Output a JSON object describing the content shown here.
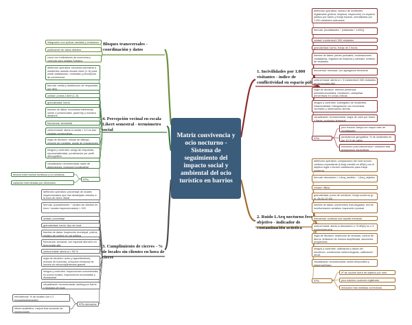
{
  "center": "Matriz convivencia y ocio nocturno - Sistema de seguimiento del impacto social y ambiental del ocio turístico en barrios",
  "branches": {
    "b1": {
      "title": "1. Incivilidades por 1.000 visitantes - índice de conflictividad en espacio público",
      "color": "#8b2a2a",
      "leaves": [
        "definición operativa: número de incidentes registrados (policía, limpieza, inspección) en espacio público por barrio y franja horaria, normalizado por 1.000 visitantes estimados",
        "fórmula: (incivilidades ÷ (visitantes / 1.000))",
        "unidad: incidentes/1.000 visitantes",
        "granularidad: barrio, franja de 2 horas",
        "fuentes de datos: partes policiales, reclamaciones ciudadanas, registros de limpieza y sanidad, conteos de visitantes",
        "frecuencia: mensual, con agregación trimestral",
        "umbral inicial: alerta si > X incidentes/1.000 visitantes en temporada alta",
        "regla de decisión: reforzar presencia policial/comunitaria, mediación, campañas preventivas en zonas críticas",
        "riesgos y controles: subregistro de incidentes, estacionalidad, triangulación con encuestas vecinales y observación directa",
        "visualización recomendada: mapa de calor por barrio y franja, evolución temporal",
        "KPIs derivados",
        "pico horario: franja con mayor ratio de incivilidades",
        "persistencia geográfica: % de incidentes en top 10 % de calles",
        "reducción post-intervención: variación tras actuaciones específicas"
      ]
    },
    "b2": {
      "title": "2. Ruido LAeq nocturno frente a objetivo - indicador de contaminación acústica",
      "color": "#a06a2a",
      "leaves": [
        "definición operativa: comparación del nivel sonoro continuo equivalente (LAeq) medido en dB(A) con el objetivo legal o técnico establecido para franja nocturna",
        "fórmula: desviación = LAeq_medido − LAeq_objetivo",
        "unidad: dB(A)",
        "granularidad: punto de medición, franja nocturna (p. ej. 23:00–07:00)",
        "fuentes de datos: sonómetros homologados, red de monitorización acústica, inspección puntual",
        "frecuencia: continuo con reporte mensual",
        "umbral inicial: alerta si desviación ≥ +5 dB(A) en ≥ 3 noches/semana",
        "regla de decisión: restricción de terrazas, control de aforos, limitación de música amplificada, sanciones progresivas",
        "riesgos y controles: calibración y altura del micrófono, condiciones meteorológicas, calibración anual",
        "visualización recomendada: series temporales y mapa isofónico",
        "KPIs derivados",
        "nº de noches fuera de objetivo por mes",
        "pico máximo nocturno registrado",
        "reducción tras medidas correctoras"
      ]
    },
    "b3": {
      "title": "3. Cumplimiento de cierres - % de locales sin clientes en hora de cierre",
      "color": "#4a4a4a",
      "leaves": [
        "definición operativa: porcentaje de locales inspeccionados que han desalojado clientes a la hora de cierre oficial",
        "fórmula: (cumplimiento ÷ locales sin clientes en hora / locales inspeccionados) × 100",
        "unidad: porcentaje",
        "granularidad: barrio, tipo de local",
        "fuentes de datos: inspección municipal, policía, registro de control en vía pública",
        "frecuencia: semanal, con especial atención en temporada alta",
        "umbral inicial: alerta si < 95 %",
        "regla de decisión: aviso y apercibimiento, revisión de licencias, reducción temporal de horario en reincumplimientos graves",
        "riesgos y controles: inspecciones concentradas en pocos locales, inspecciones anunciadas y disuasorias",
        "visualización recomendada: ranking por barrio y tipología de local",
        "KPIs derivados",
        "reincidencia: % de locales con ≥ 2 incumplimientos/año",
        "efecto sustitutivo: mejora tras aumento de inspecciones"
      ]
    },
    "b4": {
      "title": "4. Percepción vecinal en escala Likert semestral - termómetro social",
      "color": "#3f7a3f",
      "leaves": [
        "definición operativa: encuesta semestral a residentes usando escala Likert (1–5) para medir satisfacción, molestias y percepción de convivencia",
        "fórmula: media y distribución de respuestas por ítem",
        "unidad: puntos Likert (1–5)",
        "granularidad: barrio",
        "fuentes de datos: encuestas telefónicas, online o presenciales, panel fijo y muestra aleatoria",
        "frecuencia: semestral",
        "umbral inicial: alerta si media < 3,0 en dos oleadas consecutivas",
        "regla de decisión: mesas de diálogo, revisión de medidas, ajuste de regulaciones en zona",
        "riesgos y controles: sesgo de respuesta, representatividad, ponderación por perfil demográfico",
        "visualización recomendada: radar de dimensiones, evolución longitudinal",
        "KPIs derivados",
        "brecha entre barrios turísticos y no turísticos",
        "variación interoleadas por dimensión"
      ]
    },
    "b5": {
      "title": "Bloques transversales - coordinación y datos",
      "color": "#6a8f3a",
      "leaves": [
        "integración con policía, sanidad y urbanismo",
        "publicación de datos abiertos trimestralmente",
        "cruce con indicadores de economía y vivienda para análisis holístico"
      ]
    }
  }
}
